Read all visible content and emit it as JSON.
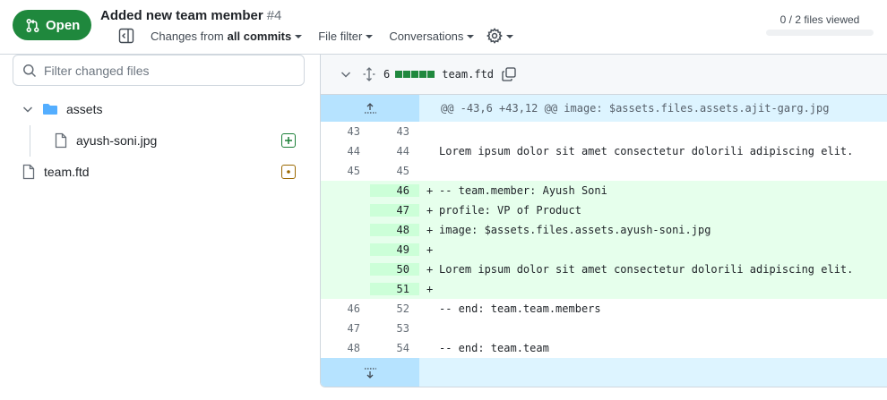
{
  "header": {
    "state_label": "Open",
    "pr_title": "Added new team member",
    "pr_number": "#4",
    "changes_from_label": "Changes from",
    "changes_from_value": "all commits",
    "file_filter_label": "File filter",
    "conversations_label": "Conversations",
    "files_viewed": "0 / 2 files viewed"
  },
  "sidebar": {
    "filter_placeholder": "Filter changed files",
    "tree": [
      {
        "type": "folder",
        "label": "assets"
      },
      {
        "type": "file",
        "label": "ayush-soni.jpg",
        "status": "added"
      },
      {
        "type": "file",
        "label": "team.ftd",
        "status": "modified"
      }
    ]
  },
  "diff": {
    "file": {
      "changed_lines": "6",
      "diffstat_added_blocks": 5,
      "name": "team.ftd"
    },
    "hunk_header": "@@ -43,6 +43,12 @@ image: $assets.files.assets.ajit-garg.jpg",
    "lines": [
      {
        "old": "43",
        "new": "43",
        "marker": "",
        "text": "",
        "kind": "context"
      },
      {
        "old": "44",
        "new": "44",
        "marker": "",
        "text": "Lorem ipsum dolor sit amet consectetur dolorili adipiscing elit.",
        "kind": "context"
      },
      {
        "old": "45",
        "new": "45",
        "marker": "",
        "text": "",
        "kind": "context"
      },
      {
        "old": "",
        "new": "46",
        "marker": "+",
        "text": "-- team.member: Ayush Soni",
        "kind": "add"
      },
      {
        "old": "",
        "new": "47",
        "marker": "+",
        "text": "profile: VP of Product",
        "kind": "add"
      },
      {
        "old": "",
        "new": "48",
        "marker": "+",
        "text": "image: $assets.files.assets.ayush-soni.jpg",
        "kind": "add"
      },
      {
        "old": "",
        "new": "49",
        "marker": "+",
        "text": "",
        "kind": "add"
      },
      {
        "old": "",
        "new": "50",
        "marker": "+",
        "text": "Lorem ipsum dolor sit amet consectetur dolorili adipiscing elit.",
        "kind": "add"
      },
      {
        "old": "",
        "new": "51",
        "marker": "+",
        "text": "",
        "kind": "add"
      },
      {
        "old": "46",
        "new": "52",
        "marker": "",
        "text": "-- end: team.team.members",
        "kind": "context"
      },
      {
        "old": "47",
        "new": "53",
        "marker": "",
        "text": "",
        "kind": "context"
      },
      {
        "old": "48",
        "new": "54",
        "marker": "",
        "text": "-- end: team.team",
        "kind": "context"
      }
    ]
  },
  "colors": {
    "open_green": "#1f883d",
    "added_line_bg": "#e6ffec",
    "added_gutter_bg": "#ccffd8",
    "hunk_bg": "#ddf4ff",
    "hunk_gutter_bg": "#b6e3ff",
    "folder_blue": "#54aeff"
  },
  "icons": {
    "state": "git-pull-request-icon",
    "sidebar_toggle": "sidebar-collapse-icon",
    "settings": "gear-icon",
    "search": "search-icon",
    "folder": "folder-icon",
    "file": "file-icon",
    "added": "diff-added-icon",
    "modified": "diff-modified-icon",
    "copy": "copy-icon",
    "expand": "unfold-icon"
  }
}
